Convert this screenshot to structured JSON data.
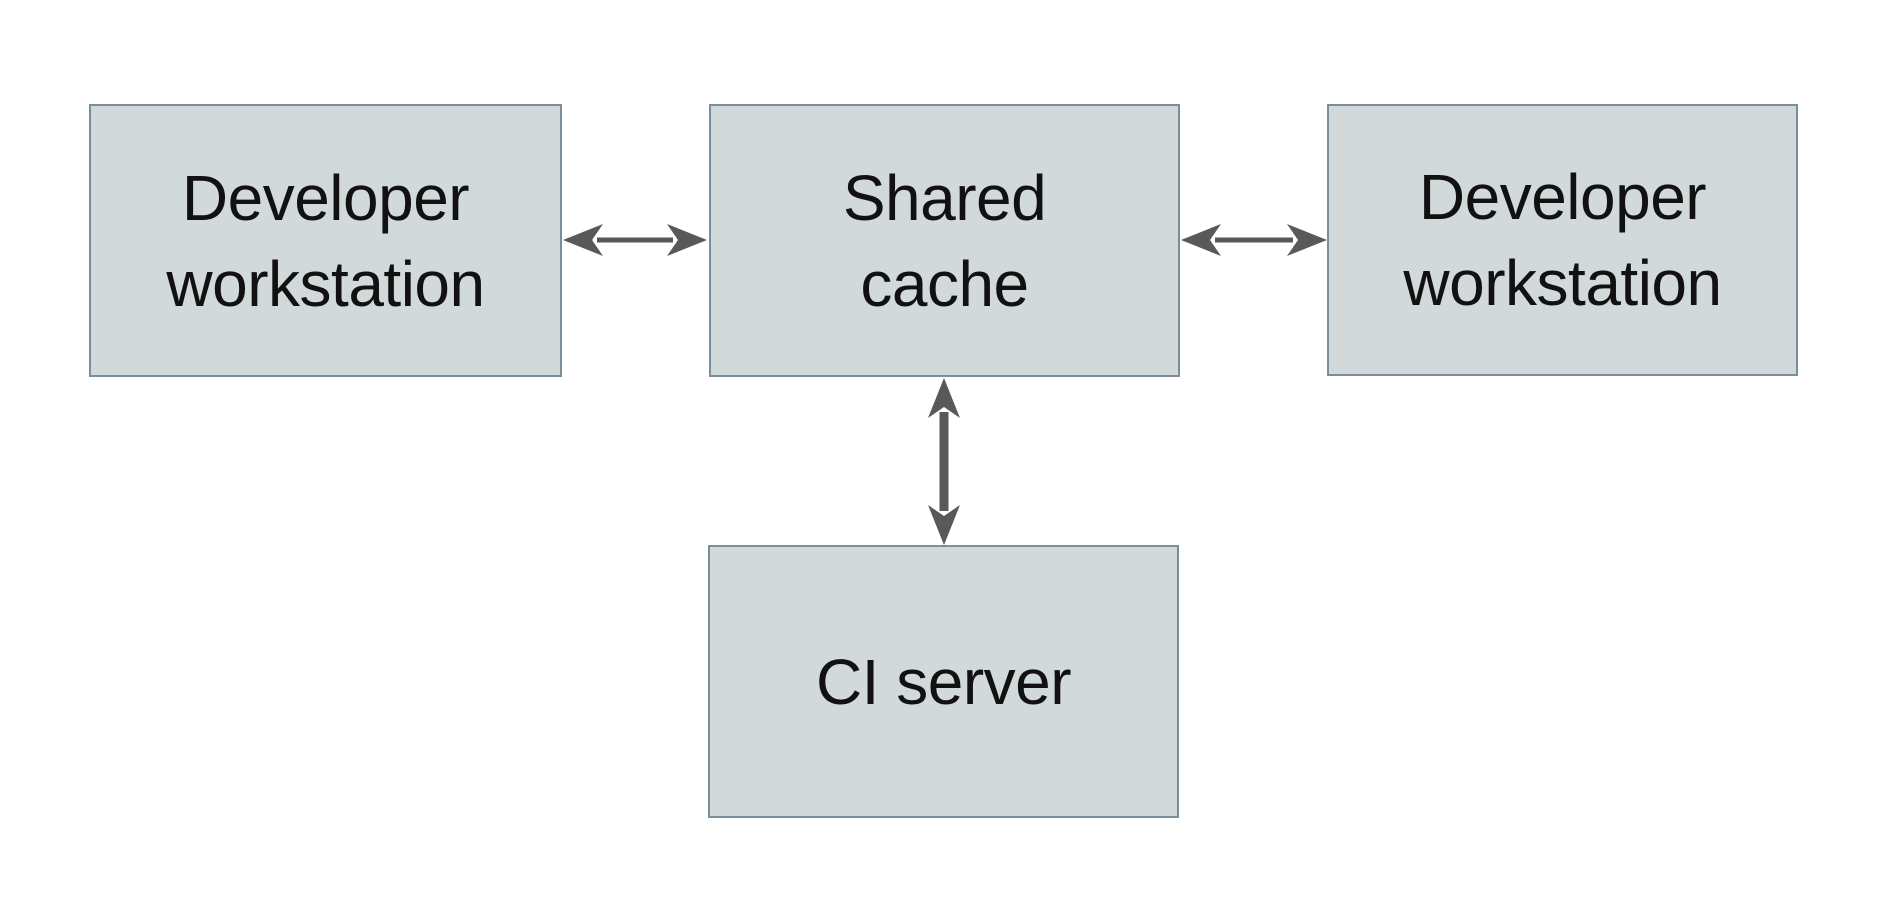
{
  "diagram": {
    "nodes": [
      {
        "id": "developer-workstation-left",
        "label": "Developer\nworkstation"
      },
      {
        "id": "shared-cache",
        "label": "Shared\ncache"
      },
      {
        "id": "developer-workstation-right",
        "label": "Developer\nworkstation"
      },
      {
        "id": "ci-server",
        "label": "CI server"
      }
    ],
    "edges": [
      {
        "from": "developer-workstation-left",
        "to": "shared-cache",
        "direction": "bidirectional",
        "orientation": "horizontal"
      },
      {
        "from": "shared-cache",
        "to": "developer-workstation-right",
        "direction": "bidirectional",
        "orientation": "horizontal"
      },
      {
        "from": "shared-cache",
        "to": "ci-server",
        "direction": "bidirectional",
        "orientation": "vertical"
      }
    ],
    "colors": {
      "background": "#ffffff",
      "node_fill": "#d2d9db",
      "node_border": "#7a8f9a",
      "arrow": "#58595b",
      "text": "#111111"
    }
  }
}
